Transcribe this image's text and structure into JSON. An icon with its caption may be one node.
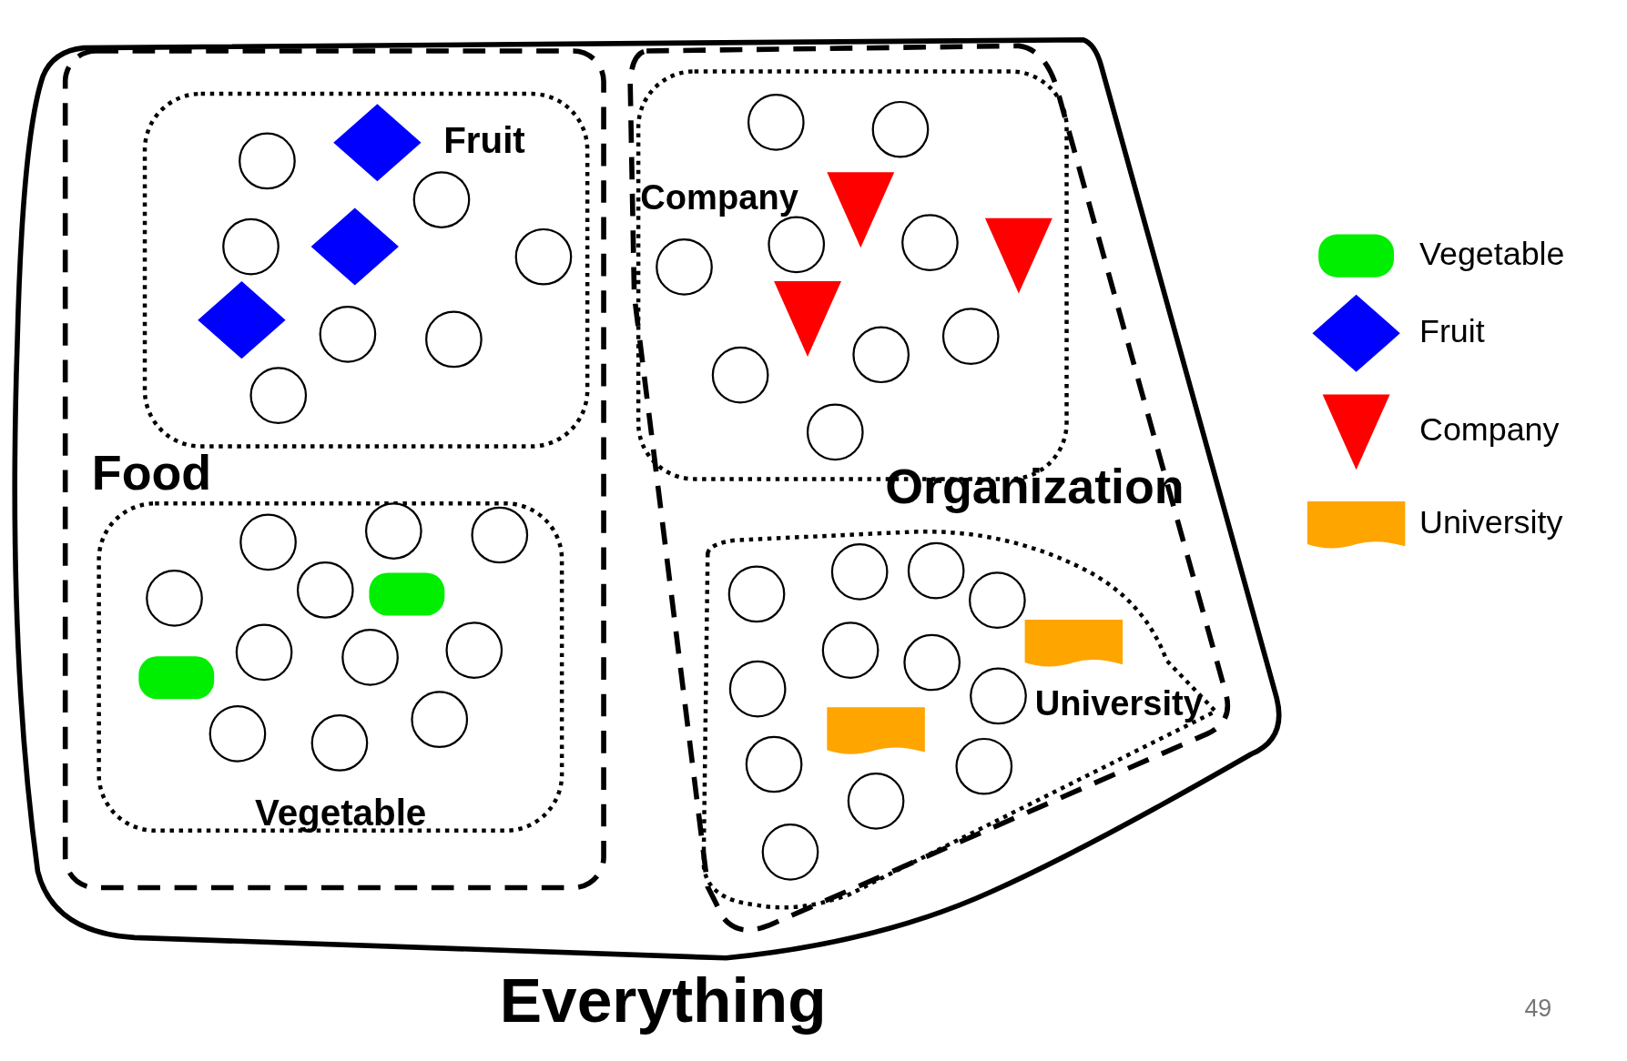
{
  "diagram": {
    "nodes": [
      {
        "text": [
          "Everything"
        ]
      },
      {
        "text": [
          "Food"
        ],
        "in": 0
      },
      {
        "text": [
          "Fruit"
        ],
        "in": 1
      },
      {
        "text": [
          "Vegetable"
        ],
        "in": 1
      },
      {
        "text": [
          "Organization"
        ],
        "in": 0
      },
      {
        "text": [
          "Company"
        ],
        "in": 4
      },
      {
        "text": [
          "University"
        ],
        "in": 4
      }
    ],
    "edges": [],
    "labels": [
      "49"
    ],
    "legend": [
      {
        "text": "Vegetable",
        "color": "#00ee00"
      },
      {
        "text": "Fruit",
        "color": "#0000ff"
      },
      {
        "text": "Company",
        "color": "#ff0000"
      },
      {
        "text": "University",
        "color": "#ffa500"
      }
    ]
  }
}
